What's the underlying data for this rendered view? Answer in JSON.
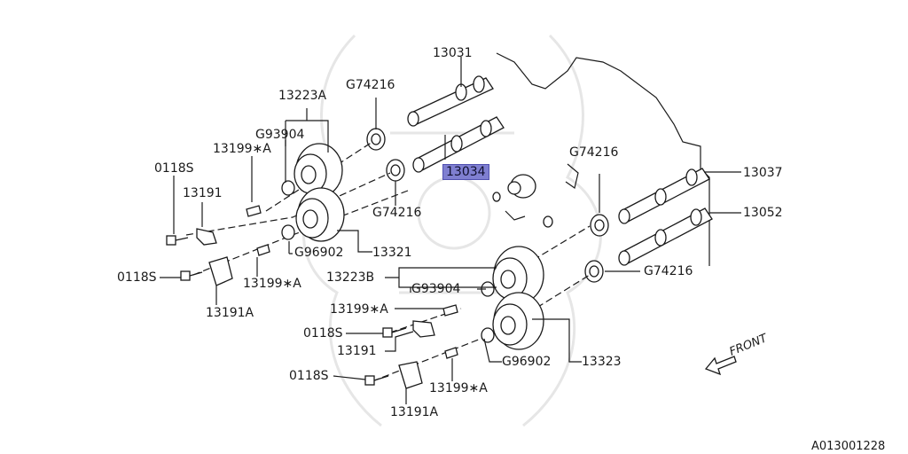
{
  "diagram_id": "A013001228",
  "highlight_color": "#7f7fd1",
  "front_label": "FRONT",
  "labels": {
    "p13031": "13031",
    "p13223A": "13223A",
    "g74216_top": "G74216",
    "g93904_top": "G93904",
    "p13199A_1": "13199∗A",
    "p0118S_1": "0118S",
    "p13191_1": "13191",
    "p13034": "13034",
    "g74216_mid": "G74216",
    "g96902_top": "G96902",
    "p13321": "13321",
    "p0118S_2": "0118S",
    "p13199A_2": "13199∗A",
    "p13191A_1": "13191A",
    "g74216_right": "G74216",
    "p13037": "13037",
    "p13052": "13052",
    "g74216_lower": "G74216",
    "p13223B": "13223B",
    "g93904_low": "G93904",
    "p13199A_3": "13199∗A",
    "p0118S_3": "0118S",
    "p13191_2": "13191",
    "g96902_low": "G96902",
    "p13323": "13323",
    "p0118S_4": "0118S",
    "p13199A_4": "13199∗A",
    "p13191A_2": "13191A"
  }
}
